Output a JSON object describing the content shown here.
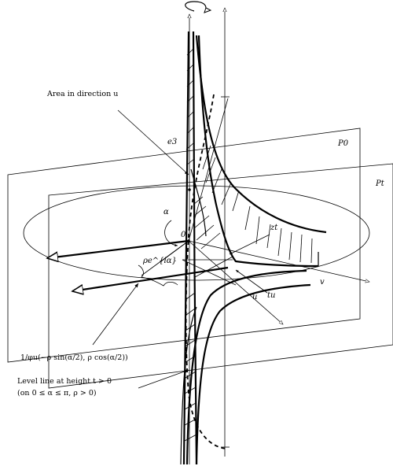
{
  "labels": {
    "area_direction": "Area in direction u",
    "e3": "e3",
    "P0": "P0",
    "Pt": "Pt",
    "alpha": "α",
    "zero": "0",
    "zt": "zt",
    "rho_e": "ρe^{iα}",
    "v": "v",
    "tu": "tu",
    "u": "u",
    "phi_formula": "1/φu(−ρ sin(α/2), ρ cos(α/2))",
    "level_line": "Level line at height t > 0",
    "level_range": "(on 0 ≤ α ≤ π, ρ > 0)"
  }
}
